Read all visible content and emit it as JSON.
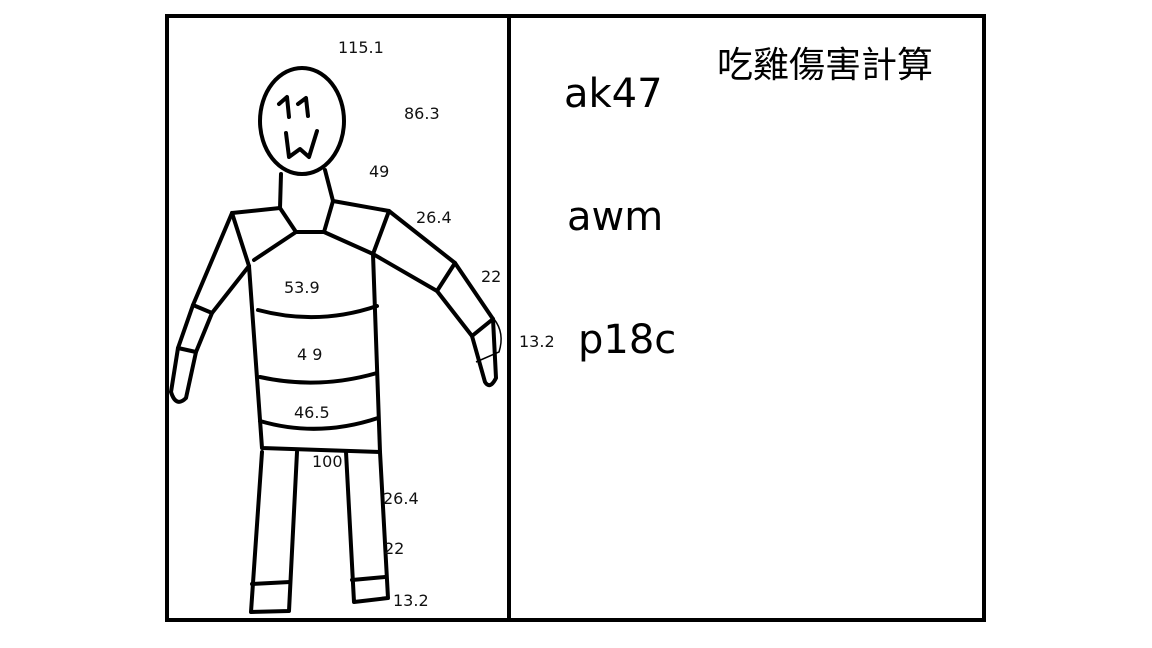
{
  "title": "吃雞傷害計算",
  "weapons": [
    {
      "name": "ak47"
    },
    {
      "name": "awm"
    },
    {
      "name": "p18c"
    }
  ],
  "damage_labels": {
    "head_top": "115.1",
    "head": "86.3",
    "neck": "49",
    "shoulder": "26.4",
    "forearm": "22",
    "hand": "13.2",
    "chest_upper": "53.9",
    "chest_middle": "4 9",
    "stomach": "46.5",
    "pelvis": "100",
    "thigh": "26.4",
    "shin": "22",
    "foot": "13.2"
  }
}
